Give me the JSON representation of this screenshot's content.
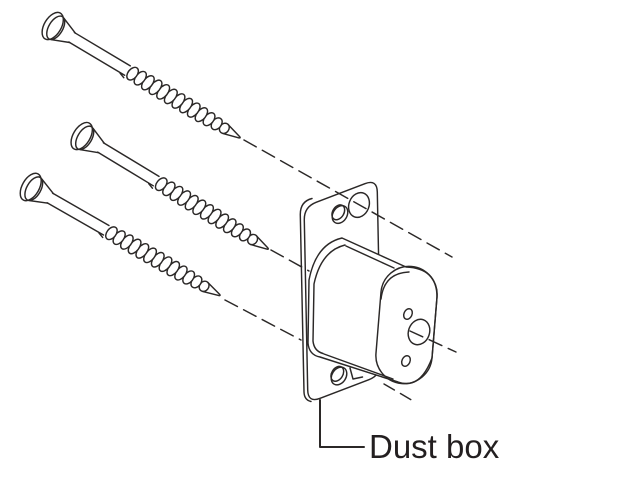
{
  "figure": {
    "label": "Dust box",
    "screws_count": "3",
    "parts": [
      "wood-screw",
      "wood-screw",
      "wood-screw",
      "faceplate",
      "dust-box"
    ],
    "colors": {
      "line": "#2b2827",
      "text": "#231f20",
      "background": "#ffffff"
    }
  }
}
